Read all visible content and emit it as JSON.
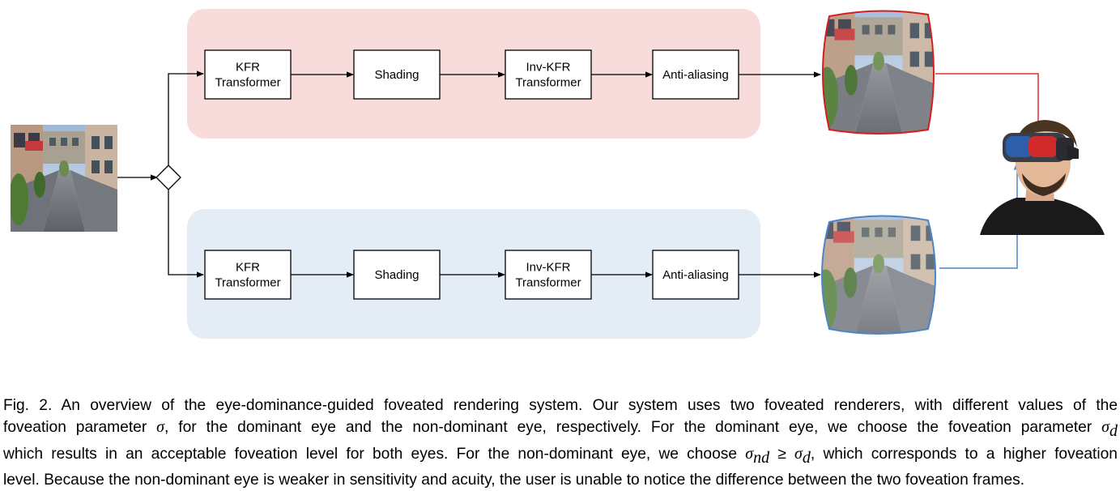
{
  "diagram": {
    "pipelines": [
      {
        "color": "#f8dcdc",
        "stages": [
          {
            "lines": [
              "KFR",
              "Transformer"
            ]
          },
          {
            "lines": [
              "Shading"
            ]
          },
          {
            "lines": [
              "Inv-KFR",
              "Transformer"
            ]
          },
          {
            "lines": [
              "Anti-aliasing"
            ]
          }
        ],
        "link_color": "#e03030"
      },
      {
        "color": "#e4ecf6",
        "stages": [
          {
            "lines": [
              "KFR",
              "Transformer"
            ]
          },
          {
            "lines": [
              "Shading"
            ]
          },
          {
            "lines": [
              "Inv-KFR",
              "Transformer"
            ]
          },
          {
            "lines": [
              "Anti-aliasing"
            ]
          }
        ],
        "link_color": "#4a86c8"
      }
    ],
    "images": {
      "input": "street-scene-image",
      "output_top": "foveated-frame-dominant-eye",
      "output_bottom": "foveated-frame-non-dominant-eye",
      "headset": "person-with-vr-headset"
    }
  },
  "caption": {
    "line1": "Fig. 2. An overview of the eye-dominance-guided foveated rendering system. Our system uses two foveated renderers, with different values of the",
    "line2a": "foveation parameter ",
    "line2sym": "σ",
    "line2b": ", for the dominant eye and the non-dominant eye, respectively. For the dominant eye, we choose the foveation parameter ",
    "line2sym2": "σ",
    "line2sub2": "d",
    "line3a": "which results in an acceptable foveation level for both eyes. For the non-dominant eye, we choose ",
    "line3sym1": "σ",
    "line3sub1": "nd",
    "line3op": " ≥ ",
    "line3sym2": "σ",
    "line3sub2": "d",
    "line3b": ", which corresponds to a higher foveation",
    "line4": "level. Because the non-dominant eye is weaker in sensitivity and acuity, the user is unable to notice the difference between the two foveation frames."
  }
}
